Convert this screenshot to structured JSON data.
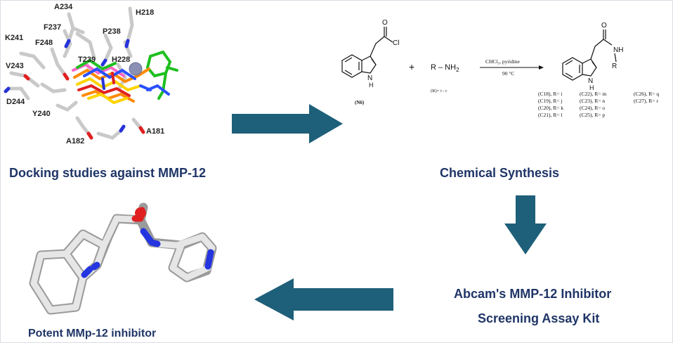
{
  "docking": {
    "caption": "Docking studies against MMP-12",
    "residues": {
      "a234": "A234",
      "h218": "H218",
      "f237": "F237",
      "p238": "P238",
      "k241": "K241",
      "f248": "F248",
      "t239": "T239",
      "h228": "H228",
      "v243": "V243",
      "d244": "D244",
      "y240": "Y240",
      "a182": "A182",
      "a181": "A181"
    }
  },
  "synthesis": {
    "caption": "Chemical Synthesis",
    "reactant1": {
      "cl": "Cl",
      "o": "O",
      "nh": "N",
      "h": "H",
      "label": "(N6)"
    },
    "plus": "+",
    "reactant2": {
      "text": "R – NH",
      "sub": "2",
      "note": "(R)= i - r"
    },
    "conditions": {
      "reagents": "CHCl₃, pyridine",
      "temp": "90 °C"
    },
    "product": {
      "o": "O",
      "nh": "NH",
      "r": "R",
      "n": "N",
      "h": "H"
    },
    "compounds": [
      [
        "(C18), R= i",
        "(C22), R= m",
        "(C26), R= q"
      ],
      [
        "(C19), R= j",
        "(C23), R= n",
        "(C27), R= r"
      ],
      [
        "(C20), R= k",
        "(C24), R= o",
        ""
      ],
      [
        "(C21), R= l",
        "(C25), R= p",
        ""
      ]
    ]
  },
  "assay": {
    "line1": "Abcam's MMP-12 Inhibitor",
    "line2": "Screening Assay Kit"
  },
  "inhibitor": {
    "caption": "Potent MMp-12 inhibitor"
  },
  "colors": {
    "arrow": "#1e5f79",
    "caption": "#1f3567"
  }
}
